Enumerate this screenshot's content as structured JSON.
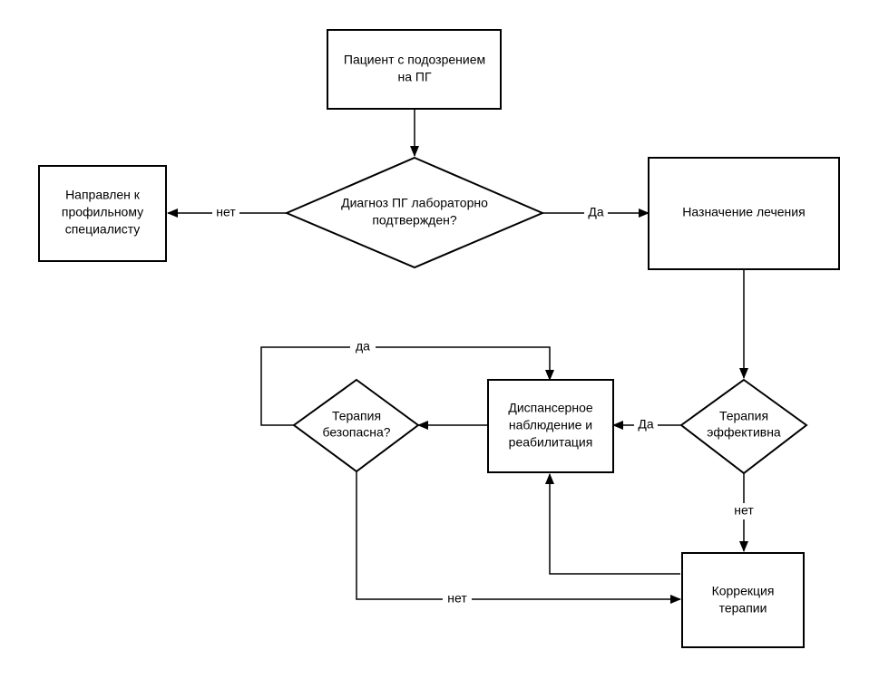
{
  "nodes": {
    "patient": [
      "Пациент с подозрением",
      "на  ПГ"
    ],
    "diagnosis": [
      "Диагноз ПГ лабораторно",
      "подтвержден?"
    ],
    "referred": [
      "Направлен к",
      "профильному",
      "специалисту"
    ],
    "treatment": [
      "Назначение лечения"
    ],
    "effective": [
      "Терапия",
      "эффективна"
    ],
    "dispensary": [
      "Диспансерное",
      "наблюдение и",
      "реабилитация"
    ],
    "safe": [
      "Терапия",
      "безопасна?"
    ],
    "correction": [
      "Коррекция",
      "терапии"
    ]
  },
  "edge_labels": {
    "diag_no": "нет",
    "diag_yes": "Да",
    "eff_yes": "Да",
    "eff_no": "нет",
    "safe_yes": "да",
    "safe_no": "нет"
  }
}
